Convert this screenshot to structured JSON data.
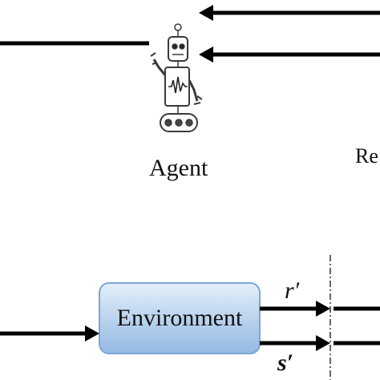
{
  "agent": {
    "label": "Agent",
    "icon": "robot-icon"
  },
  "reward": {
    "label": "Re"
  },
  "environment": {
    "label": "Environment"
  },
  "signals": {
    "reward_next": "r′",
    "state_next": "s′"
  },
  "colors": {
    "line": "#000000",
    "env_box_top": "#dce9f7",
    "env_box_bottom": "#9bbfe6",
    "env_box_border": "#7da6d3"
  }
}
